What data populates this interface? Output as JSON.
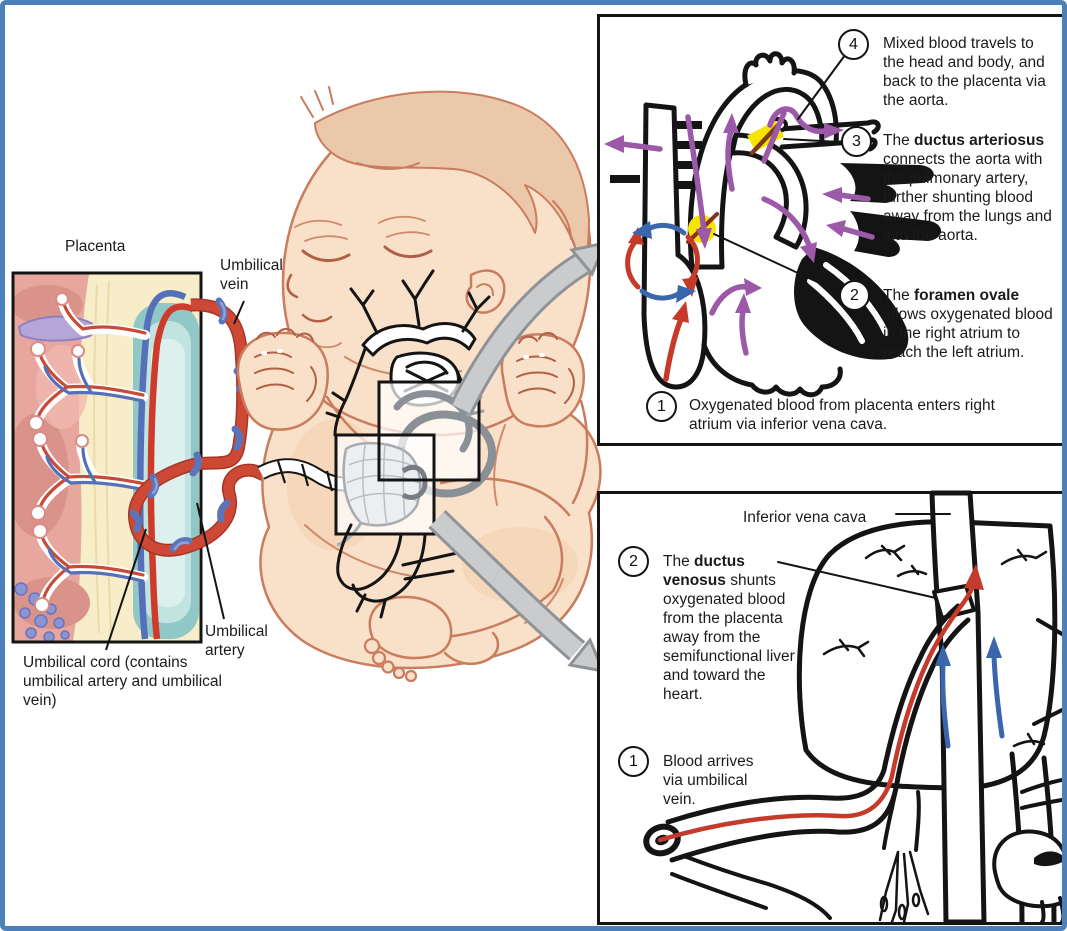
{
  "colors": {
    "frame_border": "#4b80ba",
    "line_art": "#141414",
    "purple_arrow": "#9c59a8",
    "red_blood": "#c63a2a",
    "blue_blood": "#3a66ae",
    "highlight_yellow": "#f6e400",
    "zoom_arrow_gray": "#c9cbcd",
    "skin": "#f9e0c8",
    "placenta_teal": "#8fc8c6"
  },
  "anatomy_labels": {
    "placenta": "Placenta",
    "umbilical_vein": "Umbilical vein",
    "umbilical_artery": "Umbilical artery",
    "umbilical_cord": "Umbilical cord (contains umbilical artery and umbilical vein)"
  },
  "heart_inset": {
    "steps": [
      {
        "num": "4",
        "pre": "Mixed blood travels to the head and body, and back to the placenta via the aorta.",
        "bold": "",
        "post": ""
      },
      {
        "num": "3",
        "pre": "The ",
        "bold": "ductus arteriosus",
        "post": " connects the aorta with the pulmonary artery, further shunting blood away from the lungs and into the aorta."
      },
      {
        "num": "2",
        "pre": "The ",
        "bold": "foramen ovale",
        "post": " allows oxygenated blood in the right atrium to reach the left atrium."
      },
      {
        "num": "1",
        "pre": "Oxygenated blood from placenta enters right atrium via inferior vena cava.",
        "bold": "",
        "post": ""
      }
    ]
  },
  "liver_inset": {
    "ivc_label": "Inferior vena cava",
    "steps": [
      {
        "num": "2",
        "pre": "The ",
        "bold": "ductus venosus",
        "post": " shunts oxygenated blood from the placenta away from the semifunctional liver and toward the heart."
      },
      {
        "num": "1",
        "pre": "Blood arrives via umbilical vein.",
        "bold": "",
        "post": ""
      }
    ]
  }
}
